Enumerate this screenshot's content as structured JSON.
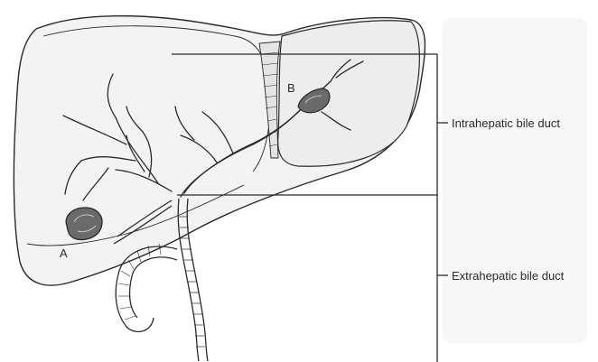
{
  "labels": {
    "intrahepatic": "Intrahepatic bile duct",
    "extrahepatic": "Extrahepatic bile duct"
  },
  "markers": {
    "a": "A",
    "b": "B"
  },
  "colors": {
    "line": "#2a2a2a",
    "liver_fill": "#f3f3f3",
    "stone_fill": "#6a6a6a"
  }
}
